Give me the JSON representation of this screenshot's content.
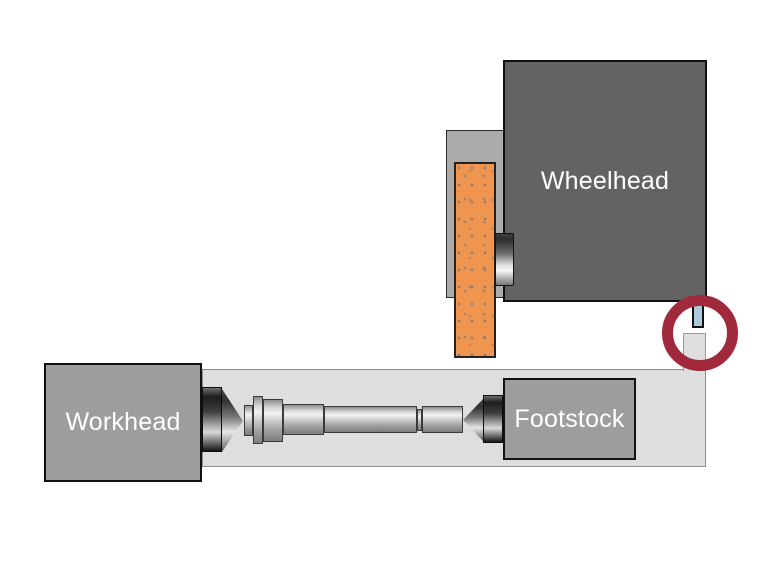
{
  "labels": {
    "wheelhead": "Wheelhead",
    "workhead": "Workhead",
    "footstock": "Footstock"
  },
  "colors": {
    "machine-dark": "#636363",
    "machine-mid": "#9d9d9d",
    "bed-gray": "#dedede",
    "plate-gray": "#ababab",
    "wheel-orange": "#f0954f",
    "probe-blue": "#aacbdc",
    "ring-red": "#a02a3b",
    "label-text": "#ffffff"
  }
}
